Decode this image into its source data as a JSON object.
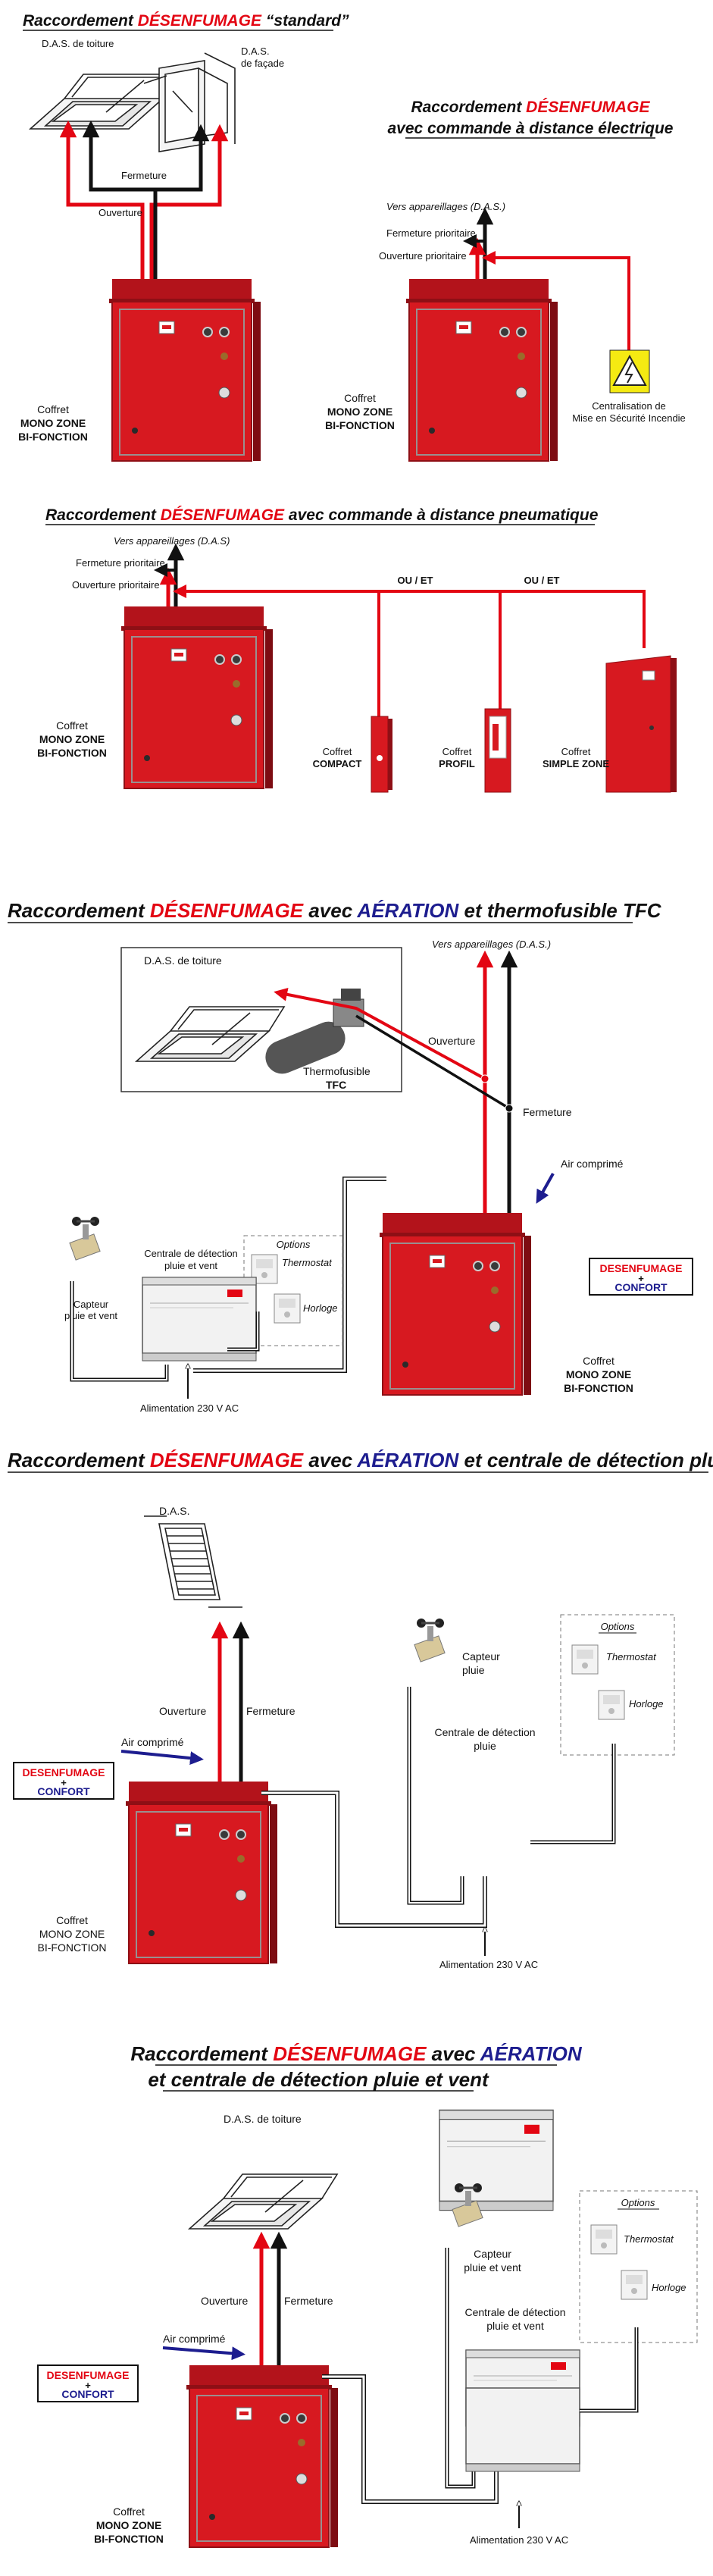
{
  "colors": {
    "red": "#e30613",
    "blue": "#1d1d8f",
    "cabinet": "#d71920",
    "black": "#111111"
  },
  "sec1": {
    "title_a": "Raccordement ",
    "title_b": "DÉSENFUMAGE",
    "title_c": " “standard”",
    "das_toiture": "D.A.S. de toiture",
    "das_facade_1": "D.A.S.",
    "das_facade_2": "de façade",
    "fermeture": "Fermeture",
    "ouverture": "Ouverture",
    "coffret": [
      "Coffret",
      "MONO ZONE",
      "BI-FONCTION"
    ]
  },
  "sec2": {
    "title_a": "Raccordement ",
    "title_b": "DÉSENFUMAGE",
    "title_line2": "avec commande à distance électrique",
    "vers": "Vers appareillages (D.A.S.)",
    "fermeture_prio": "Fermeture prioritaire",
    "ouverture_prio": "Ouverture prioritaire",
    "central": [
      "Centralisation de",
      "Mise en Sécurité Incendie"
    ],
    "coffret": [
      "Coffret",
      "MONO ZONE",
      "BI-FONCTION"
    ]
  },
  "sec3": {
    "title_a": "Raccordement ",
    "title_b": "DÉSENFUMAGE",
    "title_c": " avec commande à distance pneumatique",
    "vers": "Vers appareillages (D.A.S)",
    "fermeture_prio": "Fermeture prioritaire",
    "ouverture_prio": "Ouverture prioritaire",
    "ou_et": "OU / ET",
    "coffret": [
      "Coffret",
      "MONO ZONE",
      "BI-FONCTION"
    ],
    "compact": [
      "Coffret",
      "COMPACT"
    ],
    "profil": [
      "Coffret",
      "PROFIL"
    ],
    "simple": [
      "Coffret",
      "SIMPLE ZONE"
    ]
  },
  "sec4": {
    "title_a": "Raccordement ",
    "title_b": "DÉSENFUMAGE",
    "title_c": " avec ",
    "title_d": "AÉRATION",
    "title_e": " et thermofusible TFC",
    "das_toiture": "D.A.S. de toiture",
    "vers": "Vers appareillages (D.A.S.)",
    "ouverture": "Ouverture",
    "fermeture": "Fermeture",
    "thermofusible": "Thermofusible",
    "tfc": "TFC",
    "air": "Air comprimé",
    "options": "Options",
    "thermostat": "Thermostat",
    "horloge": "Horloge",
    "centrale": [
      "Centrale de détection",
      "pluie et vent"
    ],
    "capteur": [
      "Capteur",
      "pluie et vent"
    ],
    "alim": "Alimentation 230 V AC",
    "badge_a": "DESENFUMAGE",
    "badge_plus": "+",
    "badge_b": "CONFORT",
    "coffret": [
      "Coffret",
      "MONO ZONE",
      "BI-FONCTION"
    ]
  },
  "sec5": {
    "title_a": "Raccordement ",
    "title_b": "DÉSENFUMAGE",
    "title_c": " avec ",
    "title_d": "AÉRATION",
    "title_e": " et centrale de détection pluie",
    "das": "D.A.S.",
    "ouverture": "Ouverture",
    "fermeture": "Fermeture",
    "air": "Air comprimé",
    "capteur": [
      "Capteur",
      "pluie"
    ],
    "centrale": [
      "Centrale de détection",
      "pluie"
    ],
    "options": "Options",
    "thermostat": "Thermostat",
    "horloge": "Horloge",
    "alim": "Alimentation 230 V AC",
    "badge_a": "DESENFUMAGE",
    "badge_plus": "+",
    "badge_b": "CONFORT",
    "coffret": [
      "Coffret",
      "MONO ZONE",
      "BI-FONCTION"
    ]
  },
  "sec6": {
    "title_a": "Raccordement ",
    "title_b": "DÉSENFUMAGE",
    "title_c": " avec ",
    "title_d": "AÉRATION",
    "title_line2": "et centrale de détection pluie et vent",
    "das_toiture": "D.A.S. de toiture",
    "ouverture": "Ouverture",
    "fermeture": "Fermeture",
    "air": "Air comprimé",
    "capteur": [
      "Capteur",
      "pluie et vent"
    ],
    "centrale": [
      "Centrale de détection",
      "pluie et vent"
    ],
    "options": "Options",
    "thermostat": "Thermostat",
    "horloge": "Horloge",
    "alim": "Alimentation 230 V AC",
    "badge_a": "DESENFUMAGE",
    "badge_plus": "+",
    "badge_b": "CONFORT",
    "coffret": [
      "Coffret",
      "MONO ZONE",
      "BI-FONCTION"
    ]
  }
}
